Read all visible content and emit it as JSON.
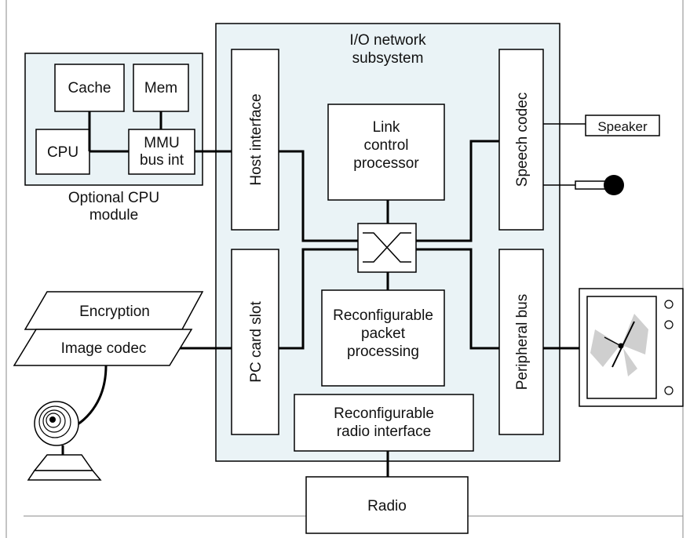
{
  "io_subsystem": {
    "title_line1": "I/O network",
    "title_line2": "subsystem"
  },
  "cpu_module": {
    "caption_line1": "Optional CPU",
    "caption_line2": "module",
    "cache": "Cache",
    "mem": "Mem",
    "cpu": "CPU",
    "mmu_line1": "MMU",
    "mmu_line2": "bus int"
  },
  "host_interface": "Host interface",
  "pc_card_slot": "PC card slot",
  "speech_codec": "Speech codec",
  "peripheral_bus": "Peripheral bus",
  "link_control": {
    "line1": "Link",
    "line2": "control",
    "line3": "processor"
  },
  "packet_processing": {
    "line1": "Reconfigurable",
    "line2": "packet",
    "line3": "processing"
  },
  "radio_interface": {
    "line1": "Reconfigurable",
    "line2": "radio interface"
  },
  "radio": "Radio",
  "speaker": "Speaker",
  "encryption": "Encryption",
  "image_codec": "Image codec",
  "colors": {
    "subsystem_fill": "#eaf3f6",
    "butterfly": "#cfcfcf"
  }
}
